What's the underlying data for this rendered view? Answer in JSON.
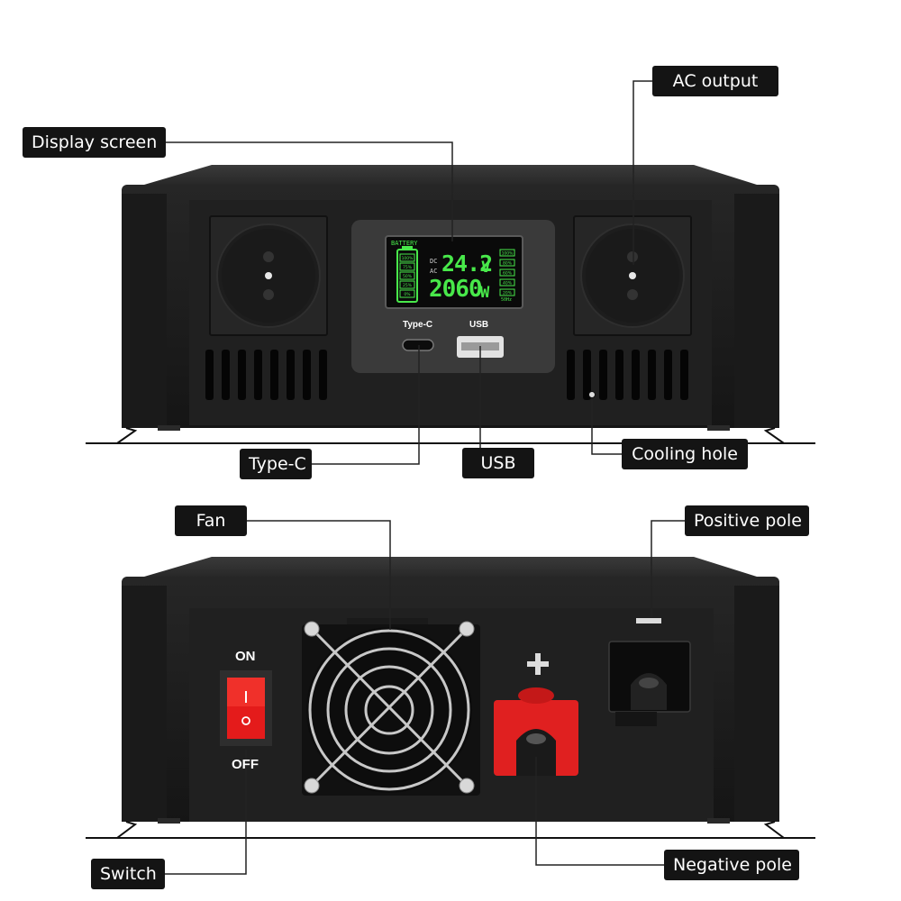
{
  "callouts": {
    "display_screen": "Display screen",
    "ac_output": "AC output",
    "type_c": "Type-C",
    "usb": "USB",
    "cooling_hole": "Cooling hole",
    "fan": "Fan",
    "positive_pole": "Positive pole",
    "switch": "Switch",
    "negative_pole": "Negative pole"
  },
  "panel": {
    "type_c_label": "Type-C",
    "usb_label": "USB",
    "on_label": "ON",
    "off_label": "OFF"
  },
  "lcd": {
    "battery_label": "BATTERY",
    "voltage": "24.2",
    "voltage_unit": "V",
    "power": "2060",
    "power_unit": "W",
    "dc_label": "DC",
    "ac_label": "AC",
    "levels_left": [
      "100%",
      "75%",
      "50%",
      "25%",
      "0%"
    ],
    "levels_right": [
      "100%",
      "80%",
      "60%",
      "40%",
      "20%"
    ],
    "hz_label": "50Hz"
  },
  "colors": {
    "housing": "#1e1e1e",
    "lcd_green": "#48e84a",
    "positive_terminal": "#e02020",
    "switch_red": "#e41b1b"
  }
}
